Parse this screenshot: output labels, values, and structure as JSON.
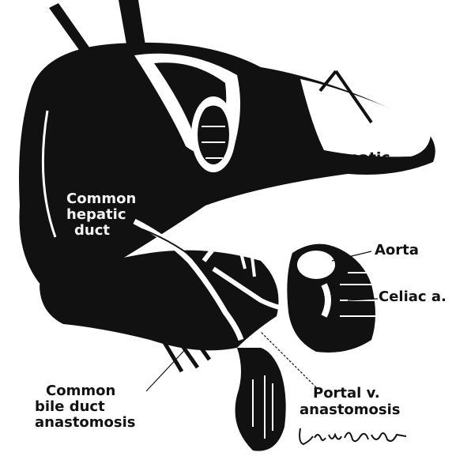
{
  "labels": {
    "hepatic": "hepatic",
    "common_hepatic_duct": [
      "Common",
      "hepatic",
      "duct"
    ],
    "aorta": "Aorta",
    "celiac": "Celiac a.",
    "common_bile_duct_anastomosis": [
      "Common",
      "bile duct",
      "anastomosis"
    ],
    "portal_vein_anastomosis": [
      "Portal v.",
      "anastomosis"
    ]
  },
  "signature": "Leon Schlossberg",
  "colors": {
    "ink": "#111111",
    "paper": "#ffffff",
    "highlight": "#f2f2f2"
  }
}
